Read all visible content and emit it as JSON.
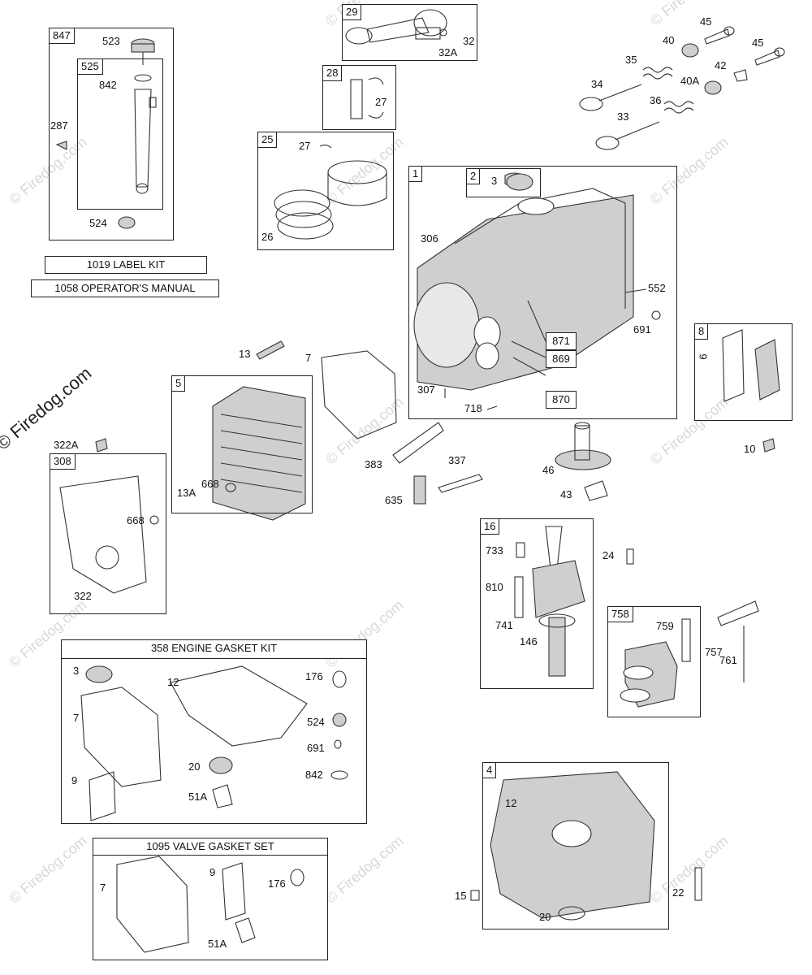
{
  "brand": {
    "main_watermark": "© Firedog.com",
    "faint_watermark": "© Firedog.com"
  },
  "notes": {
    "label_kit": "1019 LABEL KIT",
    "operators_manual": "1058 OPERATOR'S MANUAL"
  },
  "kits": {
    "engine_gasket_kit": "358 ENGINE GASKET KIT",
    "valve_gasket_set": "1095 VALVE GASKET SET"
  },
  "groups": {
    "g847": "847",
    "g525": "525",
    "g29": "29",
    "g28": "28",
    "g25": "25",
    "g1": "1",
    "g2": "2",
    "g8": "8",
    "g5": "5",
    "g308": "308",
    "g16": "16",
    "g758": "758",
    "g4": "4"
  },
  "callouts": {
    "c523": "523",
    "c842a": "842",
    "c287": "287",
    "c524a": "524",
    "c32": "32",
    "c32A": "32A",
    "c27a": "27",
    "c27b": "27",
    "c26": "26",
    "c45a": "45",
    "c45b": "45",
    "c40": "40",
    "c40A": "40A",
    "c42": "42",
    "c35": "35",
    "c34": "34",
    "c36": "36",
    "c33": "33",
    "c3a": "3",
    "c306": "306",
    "c552": "552",
    "c691a": "691",
    "c871": "871",
    "c869": "869",
    "c870": "870",
    "c307": "307",
    "c718": "718",
    "c9a": "9",
    "c10": "10",
    "c13": "13",
    "c7a": "7",
    "c13A": "13A",
    "c668a": "668",
    "c322A": "322A",
    "c668b": "668",
    "c322": "322",
    "c383": "383",
    "c337": "337",
    "c635": "635",
    "c46": "46",
    "c43": "43",
    "c733": "733",
    "c810": "810",
    "c741": "741",
    "c146": "146",
    "c24": "24",
    "c759": "759",
    "c757": "757",
    "c761": "761",
    "c3b": "3",
    "c12a": "12",
    "c176a": "176",
    "c7b": "7",
    "c524b": "524",
    "c691b": "691",
    "c20a": "20",
    "c842b": "842",
    "c9b": "9",
    "c51Aa": "51A",
    "c7c": "7",
    "c9c": "9",
    "c176b": "176",
    "c51Ab": "51A",
    "c12b": "12",
    "c15": "15",
    "c22": "22",
    "c20b": "20"
  }
}
